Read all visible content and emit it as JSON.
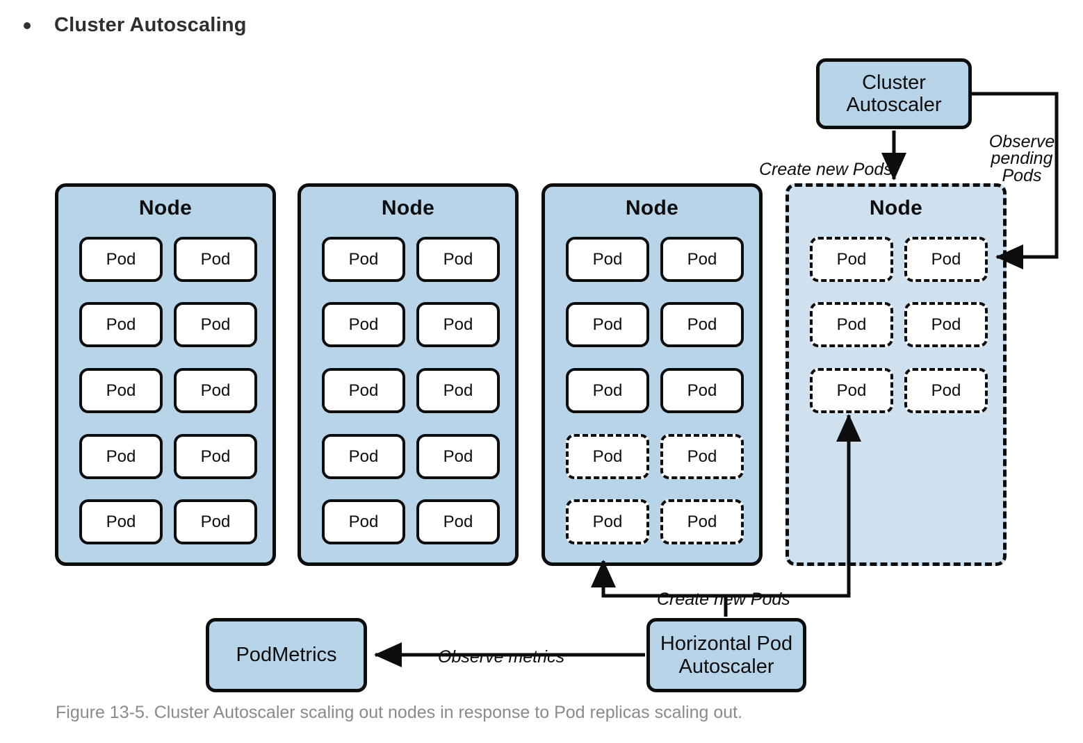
{
  "heading": {
    "bullet_text": "Cluster Autoscaling"
  },
  "diagram": {
    "node_label": "Node",
    "pod_label": "Pod",
    "nodes": [
      {
        "name": "node-1",
        "style": "solid",
        "rows": 5,
        "cols": 2,
        "pod_states": [
          [
            "solid",
            "solid"
          ],
          [
            "solid",
            "solid"
          ],
          [
            "solid",
            "solid"
          ],
          [
            "solid",
            "solid"
          ],
          [
            "solid",
            "solid"
          ]
        ]
      },
      {
        "name": "node-2",
        "style": "solid",
        "rows": 5,
        "cols": 2,
        "pod_states": [
          [
            "solid",
            "solid"
          ],
          [
            "solid",
            "solid"
          ],
          [
            "solid",
            "solid"
          ],
          [
            "solid",
            "solid"
          ],
          [
            "solid",
            "solid"
          ]
        ]
      },
      {
        "name": "node-3",
        "style": "solid",
        "rows": 5,
        "cols": 2,
        "pod_states": [
          [
            "solid",
            "solid"
          ],
          [
            "solid",
            "solid"
          ],
          [
            "solid",
            "solid"
          ],
          [
            "dashed",
            "dashed"
          ],
          [
            "dashed",
            "dashed"
          ]
        ]
      },
      {
        "name": "node-4",
        "style": "dashed",
        "rows": 3,
        "cols": 2,
        "pod_states": [
          [
            "dashed",
            "dashed"
          ],
          [
            "dashed",
            "dashed"
          ],
          [
            "dashed",
            "dashed"
          ]
        ]
      }
    ],
    "boxes": {
      "cluster_autoscaler": "Cluster\nAutoscaler",
      "pod_metrics": "PodMetrics",
      "horizontal_pod_autoscaler": "Horizontal Pod\nAutoscaler"
    },
    "connectors": {
      "create_new_pods_top": "Create new Pods",
      "observe_pending_pods": "Observe\npending\nPods",
      "create_new_pods_bottom": "Create new Pods",
      "observe_metrics": "Observe metrics"
    },
    "colors": {
      "node_fill": "#b8d4e9",
      "node_fill_pending": "#cfe0ef",
      "box_fill": "#b8d4e9",
      "stroke": "#0d0d0d",
      "pod_fill": "#ffffff",
      "caption_text": "#8a8a8a",
      "heading_text": "#2f2f2f"
    }
  },
  "caption": "Figure 13-5. Cluster Autoscaler scaling out nodes in response to Pod replicas scaling out."
}
